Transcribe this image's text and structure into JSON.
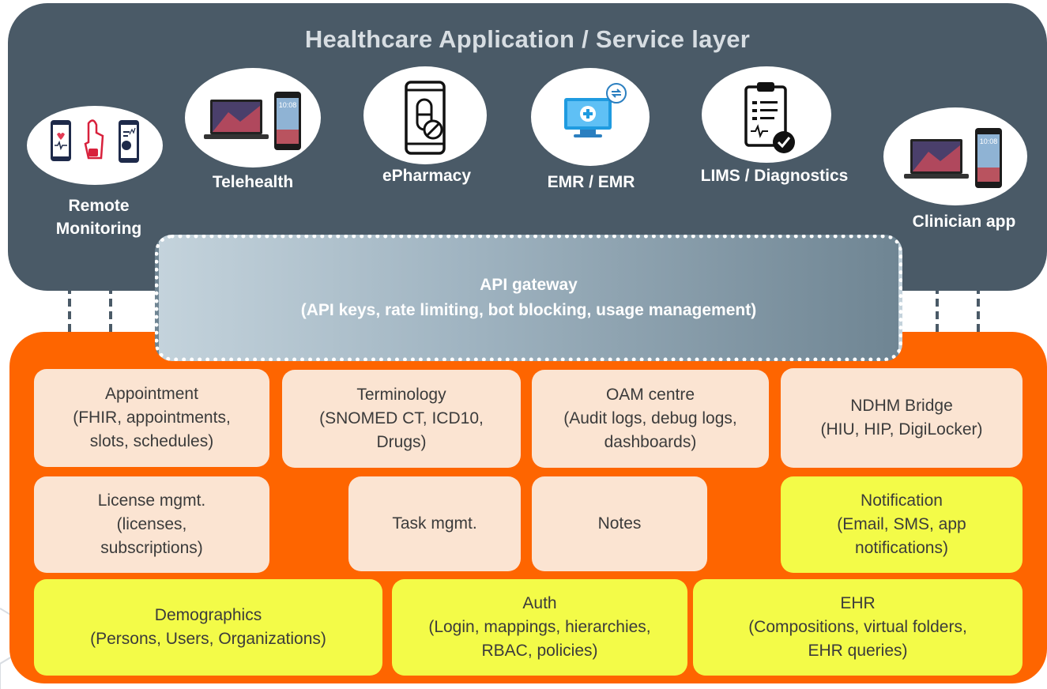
{
  "title": "Healthcare Application / Service layer",
  "apps": [
    {
      "id": "remote-monitoring",
      "line1": "Remote",
      "line2": "Monitoring",
      "icon": "remote-monitoring-icon"
    },
    {
      "id": "telehealth",
      "line1": "Telehealth",
      "icon": "laptop-phone-icon"
    },
    {
      "id": "epharmacy",
      "line1": "ePharmacy",
      "icon": "pill-phone-icon"
    },
    {
      "id": "emr",
      "line1": "EMR / EMR",
      "icon": "medical-monitor-icon"
    },
    {
      "id": "lims",
      "line1": "LIMS / Diagnostics",
      "icon": "clipboard-check-icon"
    },
    {
      "id": "clinician-app",
      "line1": "Clinician app",
      "icon": "laptop-phone-icon"
    }
  ],
  "phone_time": "10:08",
  "gateway": {
    "line1": "API gateway",
    "line2": "(API keys, rate limiting, bot blocking, usage management)"
  },
  "services": {
    "appointment": [
      "Appointment",
      "(FHIR, appointments,",
      "slots, schedules)"
    ],
    "terminology": [
      "Terminology",
      "(SNOMED CT, ICD10,",
      "Drugs)"
    ],
    "oam": [
      "OAM centre",
      "(Audit logs, debug logs,",
      "dashboards)"
    ],
    "ndhm": [
      "NDHM Bridge",
      "(HIU, HIP, DigiLocker)"
    ],
    "license": [
      "License mgmt.",
      "(licenses,",
      "subscriptions)"
    ],
    "task": [
      "Task mgmt."
    ],
    "notes": [
      "Notes"
    ],
    "notification": [
      "Notification",
      "(Email, SMS, app",
      "notifications)"
    ],
    "demographics": [
      "Demographics",
      "(Persons, Users, Organizations)"
    ],
    "auth": [
      "Auth",
      "(Login, mappings, hierarchies,",
      "RBAC, policies)"
    ],
    "ehr": [
      "EHR",
      "(Compositions, virtual folders,",
      "EHR queries)"
    ]
  },
  "colors": {
    "service_layer": "#4a5a67",
    "platform_layer": "#fe6500",
    "box_peach": "#fbe4d2",
    "box_lime": "#f3fb48",
    "arrow": "#4a5a67"
  }
}
